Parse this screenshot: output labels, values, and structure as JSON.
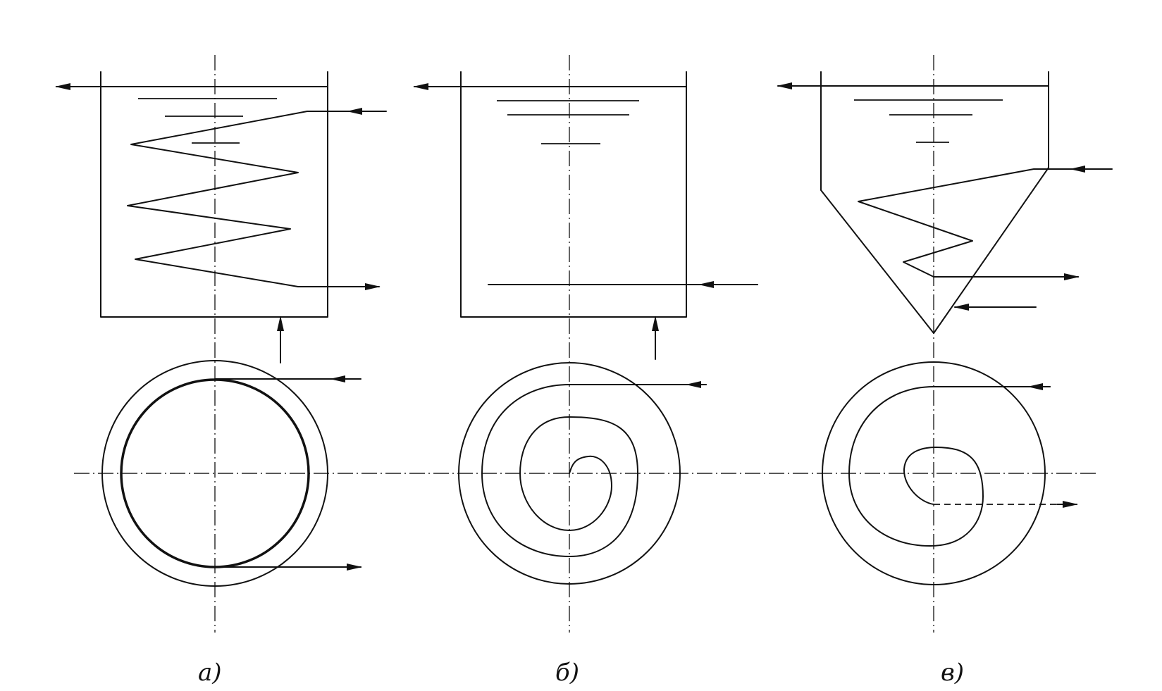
{
  "diagram": {
    "captions": {
      "a": "а)",
      "b": "б)",
      "c": "в)"
    },
    "colors": {
      "ink": "#111111",
      "background": "#ffffff"
    }
  }
}
